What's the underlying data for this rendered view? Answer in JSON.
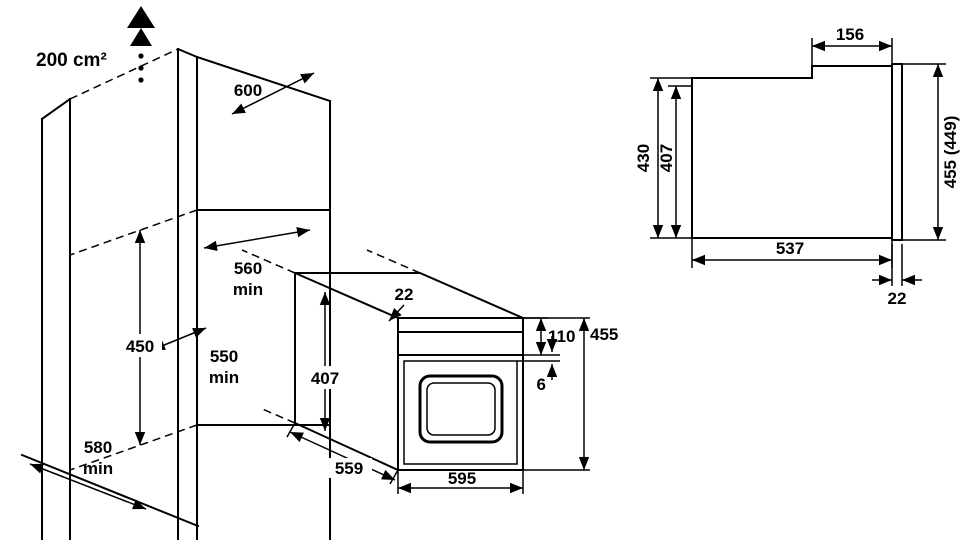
{
  "diagram": {
    "cabinet": {
      "vent_area": "200 cm²",
      "top_depth": "600",
      "niche_width": "560",
      "niche_width_unit": "min",
      "niche_depth": "550",
      "niche_depth_unit": "min",
      "niche_height": "450",
      "plinth_depth": "580",
      "plinth_depth_unit": "min"
    },
    "oven": {
      "top_recess": "22",
      "control_panel_height": "110",
      "total_height": "455",
      "body_height": "407",
      "door_gap": "6",
      "body_depth": "559",
      "width": "595"
    },
    "side_view": {
      "control_panel_depth": "156",
      "casing_height": "430",
      "recess_height": "407",
      "front_height": "455 (449)",
      "casing_depth": "537",
      "door_thickness": "22"
    }
  }
}
